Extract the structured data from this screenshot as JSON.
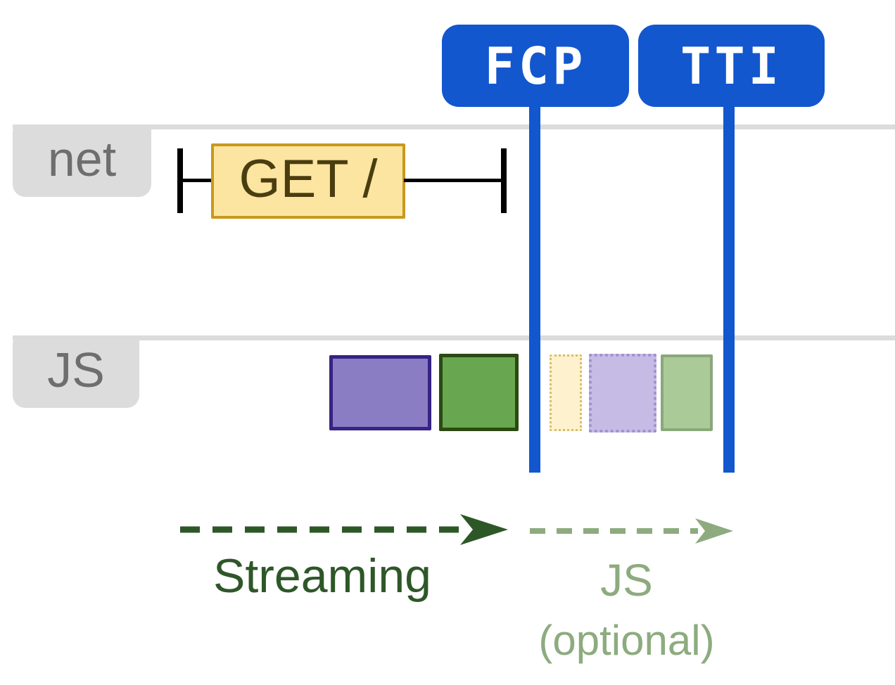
{
  "diagram": {
    "markers": {
      "fcp": {
        "label": "FCP"
      },
      "tti": {
        "label": "TTI"
      }
    },
    "lanes": {
      "net": {
        "label": "net"
      },
      "js": {
        "label": "JS"
      }
    },
    "net_request": {
      "label": "GET /"
    },
    "js_tasks": [
      {
        "variant": "purple-solid"
      },
      {
        "variant": "green-solid"
      },
      {
        "variant": "yellow-faded"
      },
      {
        "variant": "purple-faded"
      },
      {
        "variant": "green-faded"
      }
    ],
    "annotations": {
      "streaming": {
        "label": "Streaming"
      },
      "js_optional": {
        "line1": "JS",
        "line2": "(optional)"
      }
    },
    "colors": {
      "marker_blue": "#1257ce",
      "lane_gray": "#dcdcdc",
      "lane_text_gray": "#6e6e6e",
      "request_fill": "#fce5a0",
      "request_border": "#c9991e",
      "request_text": "#4a3d10",
      "task_purple_fill": "#8a7dc4",
      "task_purple_border": "#372383",
      "task_green_fill": "#68a74f",
      "task_green_border": "#2b4a12",
      "task_yellow_faded_fill": "#fdf2cd",
      "task_yellow_faded_border": "#d9bd6e",
      "task_purple_faded_fill": "#c6bbe5",
      "task_purple_faded_border": "#9c8fcb",
      "task_green_faded_fill": "#aacb97",
      "task_green_faded_border": "#8aa87b",
      "streaming_green": "#2e5728",
      "optional_sage": "#8dab7f",
      "span_black": "#000000"
    }
  }
}
